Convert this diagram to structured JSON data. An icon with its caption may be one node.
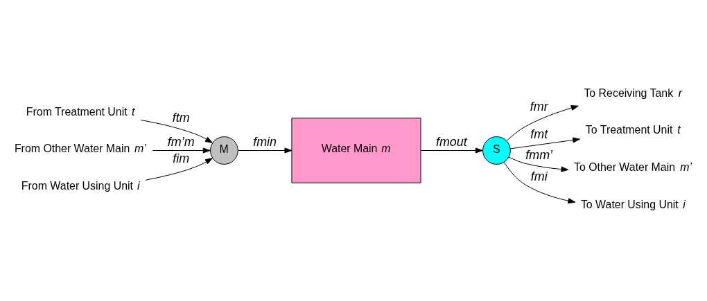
{
  "diagram": {
    "nodes": [
      {
        "text": [
          "From Treatment Unit *t*"
        ]
      },
      {
        "text": [
          "From Other Water Main *m’*"
        ]
      },
      {
        "text": [
          "M"
        ]
      },
      {
        "text": [
          "From Water Using Unit *i*"
        ]
      },
      {
        "text": [
          "Water Main *m*"
        ]
      },
      {
        "text": [
          "S"
        ]
      },
      {
        "text": [
          "To Receiving Tank *r*"
        ]
      },
      {
        "text": [
          "To Treatment Unit *t*"
        ]
      },
      {
        "text": [
          "To Other Water Main *m’*"
        ]
      },
      {
        "text": [
          "To Water Using Unit *i*"
        ]
      }
    ],
    "edges": [
      {
        "from": 1,
        "to": 2,
        "arrow": "to",
        "label": "fm’m"
      },
      {
        "from": 0,
        "to": 2,
        "arrow": "to",
        "label": "ftm"
      },
      {
        "from": 3,
        "to": 2,
        "arrow": "to",
        "label": "fim"
      },
      {
        "from": 2,
        "to": 4,
        "arrow": "to",
        "label": "fmin"
      },
      {
        "from": 4,
        "to": 5,
        "arrow": "to",
        "label": "fmout"
      },
      {
        "from": 5,
        "to": 6,
        "arrow": "to",
        "label": "fmr"
      },
      {
        "from": 5,
        "to": 7,
        "arrow": "to",
        "label": "fmt"
      },
      {
        "from": 5,
        "to": 8,
        "arrow": "to",
        "label": "fmm’"
      },
      {
        "from": 5,
        "to": 9,
        "arrow": "to",
        "label": "fmi"
      }
    ]
  }
}
